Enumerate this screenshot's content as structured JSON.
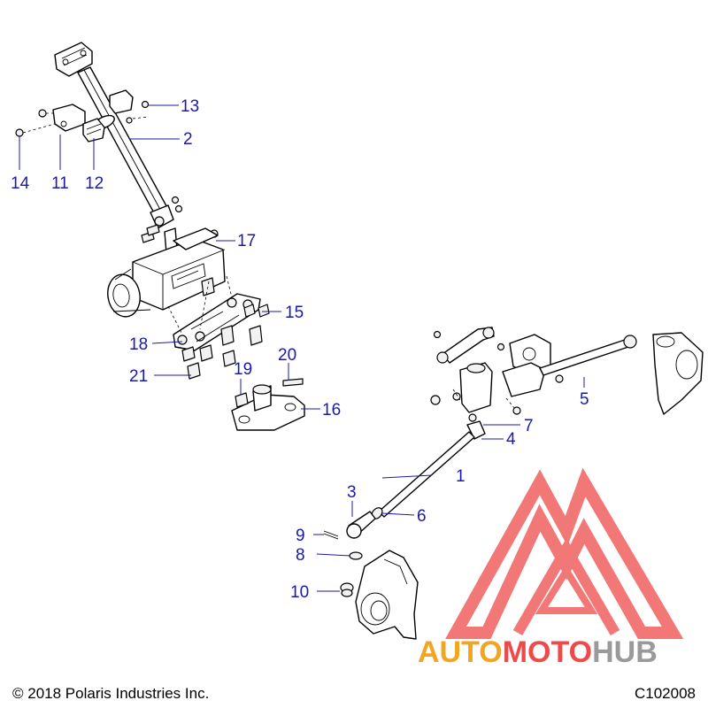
{
  "callouts": [
    {
      "id": "1",
      "text": "1"
    },
    {
      "id": "2",
      "text": "2"
    },
    {
      "id": "3",
      "text": "3"
    },
    {
      "id": "4",
      "text": "4"
    },
    {
      "id": "5",
      "text": "5"
    },
    {
      "id": "6",
      "text": "6"
    },
    {
      "id": "7",
      "text": "7"
    },
    {
      "id": "8",
      "text": "8"
    },
    {
      "id": "9",
      "text": "9"
    },
    {
      "id": "10",
      "text": "10"
    },
    {
      "id": "11",
      "text": "11"
    },
    {
      "id": "12",
      "text": "12"
    },
    {
      "id": "13",
      "text": "13"
    },
    {
      "id": "14",
      "text": "14"
    },
    {
      "id": "15",
      "text": "15"
    },
    {
      "id": "16",
      "text": "16"
    },
    {
      "id": "17",
      "text": "17"
    },
    {
      "id": "18",
      "text": "18"
    },
    {
      "id": "19",
      "text": "19"
    },
    {
      "id": "20",
      "text": "20"
    },
    {
      "id": "21",
      "text": "21"
    }
  ],
  "watermark": {
    "auto": "AUTO",
    "moto": "MOTO",
    "hub": "HUB",
    "colors": {
      "auto": "#f3a51f",
      "moto": "#ee4a4a",
      "hub": "#9a9a9a",
      "logo": "#ee4a4a"
    }
  },
  "footer": {
    "copyright": "© 2018 Polaris Industries Inc.",
    "code": "C102008"
  }
}
